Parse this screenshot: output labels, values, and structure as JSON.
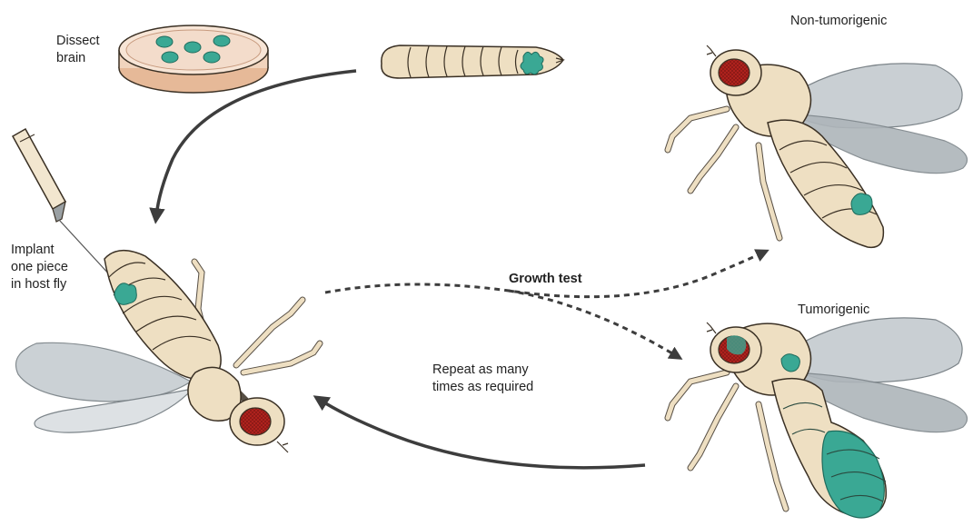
{
  "labels": {
    "dissect": "Dissect\nbrain",
    "implant": "Implant\none piece\nin host fly",
    "growth_test": "Growth test",
    "repeat": "Repeat as many\ntimes as required",
    "non_tumorigenic": "Non-tumorigenic",
    "tumorigenic": "Tumorigenic"
  },
  "colors": {
    "body": "#eedfc2",
    "outline": "#3a3024",
    "eye": "#b3231e",
    "tissue": "#3aa894",
    "wing": "#c9cfd3",
    "arrow": "#3d3d3d"
  },
  "icons": [
    "petri-dish-icon",
    "larva-icon",
    "syringe-icon",
    "host-fly-icon",
    "non-tumorigenic-fly-icon",
    "tumorigenic-fly-icon"
  ]
}
